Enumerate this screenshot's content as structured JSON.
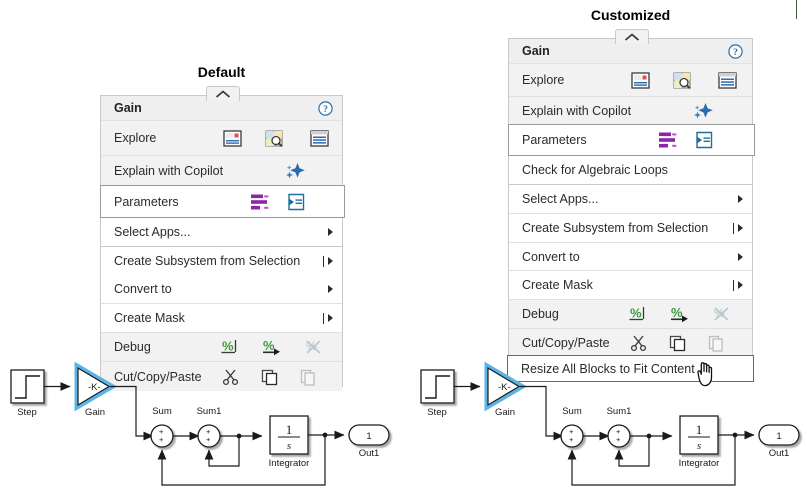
{
  "page": {
    "background": "#ffffff",
    "accent_blue": "#1c7ec4",
    "gain_highlight": "#5ab4e5"
  },
  "panels": [
    {
      "id": "default",
      "title": "Default",
      "header": {
        "label": "Gain",
        "help_icon": "help-circle-icon"
      },
      "rows": [
        {
          "label": "Explore",
          "icons": [
            "model-explorer-icon",
            "model-browser-icon",
            "block-parameters-table-icon"
          ]
        },
        {
          "label": "Explain with Copilot",
          "icons": [
            "copilot-sparkle-icon"
          ]
        },
        {
          "label": "Parameters",
          "icons": [
            "signal-properties-icon",
            "block-parameters-icon"
          ],
          "state": "selected"
        },
        {
          "label": "Select Apps...",
          "submenu": true
        },
        {
          "label": "Create Subsystem from Selection",
          "submenu": true,
          "split": true
        },
        {
          "label": "Convert to",
          "submenu": true
        },
        {
          "label": "Create Mask",
          "submenu": true,
          "split": true
        },
        {
          "label": "Debug",
          "icons": [
            "set-breakpoint-icon",
            "step-forward-icon",
            "clear-breakpoints-icon"
          ]
        },
        {
          "label": "Cut/Copy/Paste",
          "icons": [
            "scissors-icon",
            "copy-icon",
            "paste-icon"
          ]
        }
      ]
    },
    {
      "id": "customized",
      "title": "Customized",
      "header": {
        "label": "Gain",
        "help_icon": "help-circle-icon"
      },
      "rows": [
        {
          "label": "Explore",
          "icons": [
            "model-explorer-icon",
            "model-browser-icon",
            "block-parameters-table-icon"
          ]
        },
        {
          "label": "Explain with Copilot",
          "icons": [
            "copilot-sparkle-icon"
          ]
        },
        {
          "label": "Parameters",
          "icons": [
            "signal-properties-icon",
            "block-parameters-icon"
          ],
          "state": "selected"
        },
        {
          "label": "Check for Algebraic Loops"
        },
        {
          "label": "Select Apps...",
          "submenu": true
        },
        {
          "label": "Create Subsystem from Selection",
          "submenu": true,
          "split": true
        },
        {
          "label": "Convert to",
          "submenu": true
        },
        {
          "label": "Create Mask",
          "submenu": true,
          "split": true
        },
        {
          "label": "Debug",
          "icons": [
            "set-breakpoint-icon",
            "step-forward-icon",
            "clear-breakpoints-icon"
          ]
        },
        {
          "label": "Cut/Copy/Paste",
          "icons": [
            "scissors-icon",
            "copy-icon",
            "paste-icon"
          ]
        },
        {
          "label": "Resize All Blocks to Fit Content",
          "state": "hovered",
          "cursor": "hand-cursor"
        }
      ]
    }
  ],
  "diagrams": [
    {
      "id": "diagram-left",
      "blocks": {
        "step": "Step",
        "gain": "Gain",
        "gain_value": "-K-",
        "sum": "Sum",
        "sum1": "Sum1",
        "integrator": "Integrator",
        "integrator_num": "1",
        "integrator_den": "s",
        "out": "Out1",
        "out_value": "1"
      },
      "sum_signs": [
        "+",
        "+"
      ]
    },
    {
      "id": "diagram-right",
      "blocks": {
        "step": "Step",
        "gain": "Gain",
        "gain_value": "-K-",
        "sum": "Sum",
        "sum1": "Sum1",
        "integrator": "Integrator",
        "integrator_num": "1",
        "integrator_den": "s",
        "out": "Out1",
        "out_value": "1"
      },
      "sum_signs": [
        "+",
        "+"
      ]
    }
  ]
}
